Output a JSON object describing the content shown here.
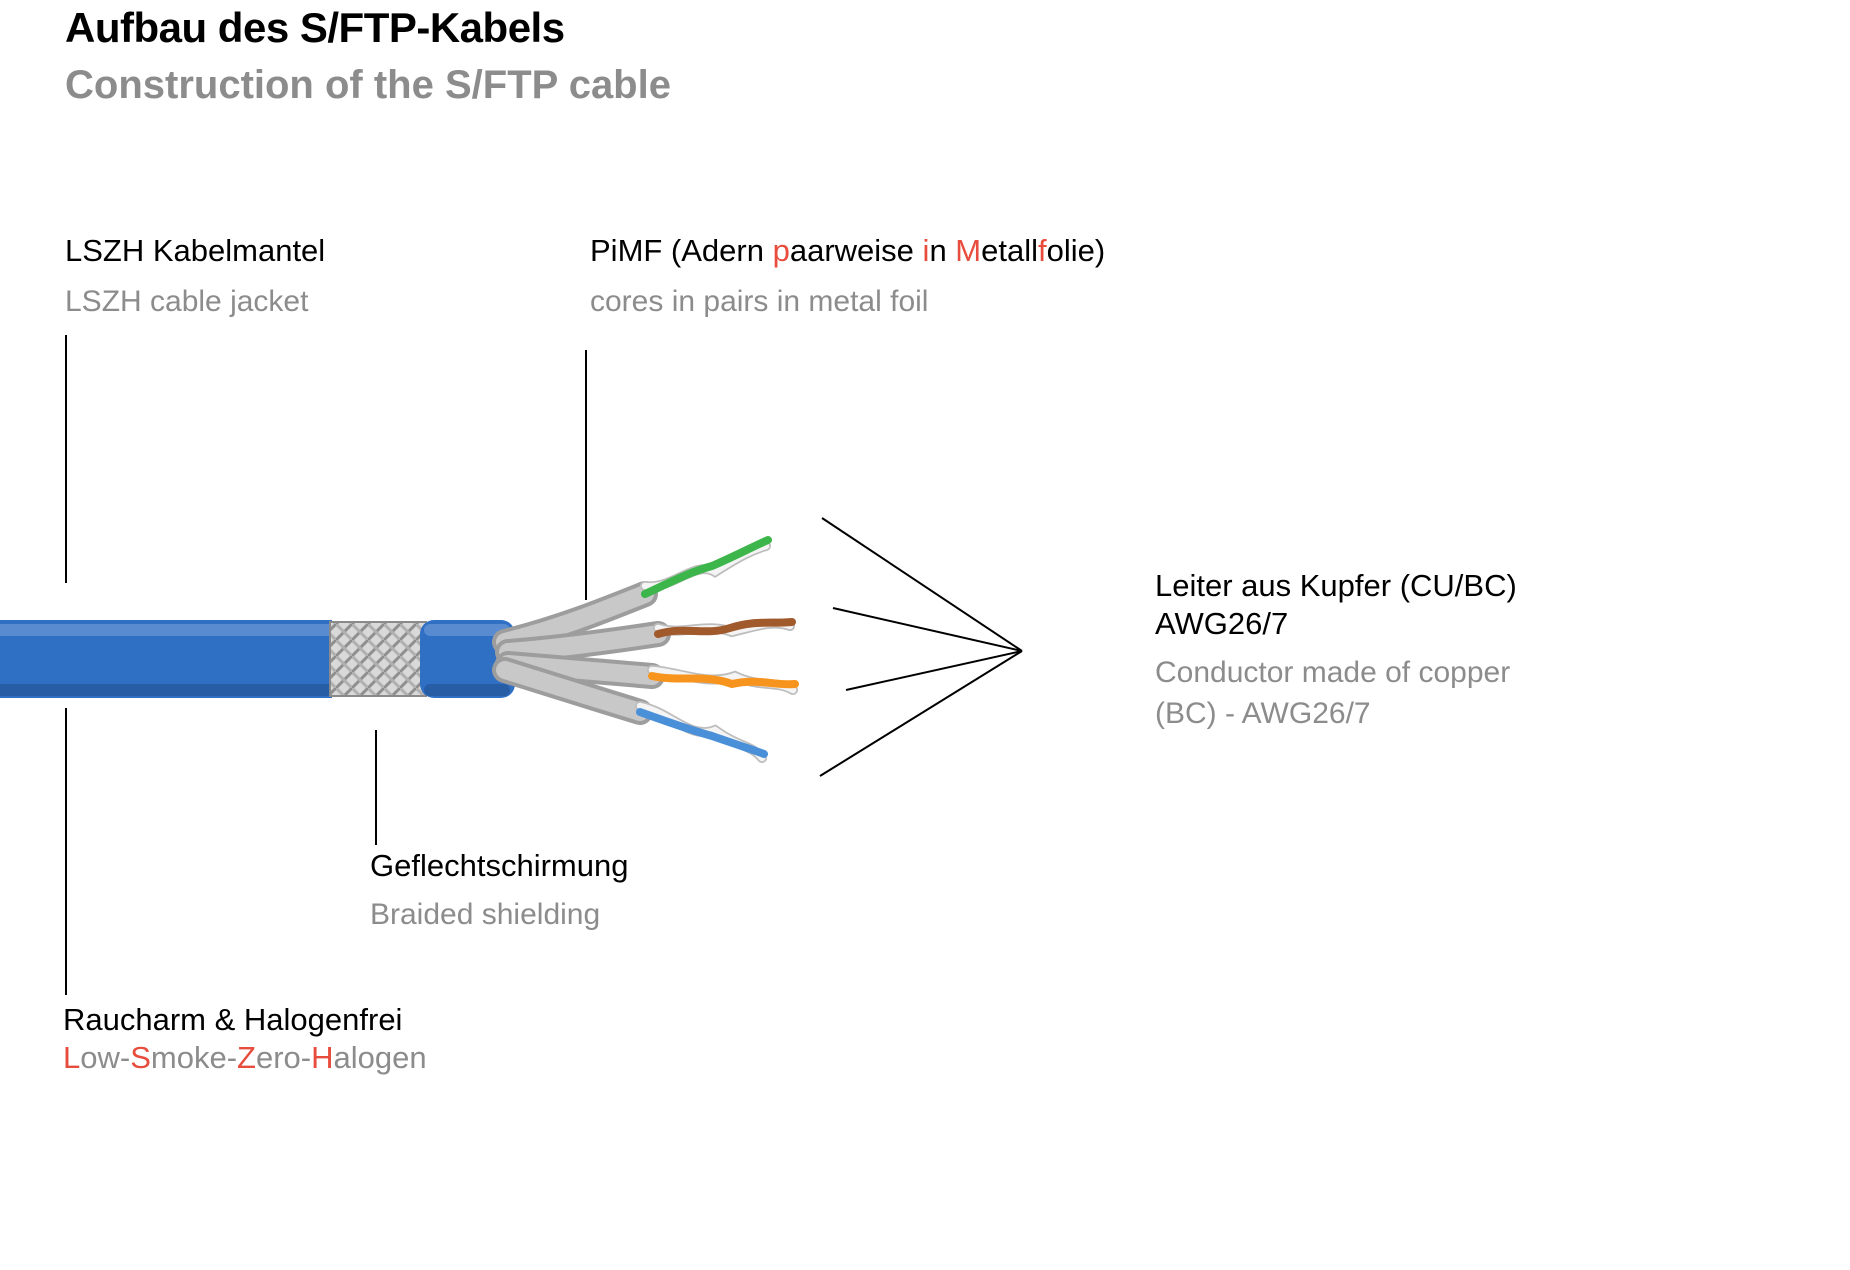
{
  "title": {
    "de": "Aufbau des S/FTP-Kabels",
    "en": "Construction of the S/FTP cable"
  },
  "labels": {
    "jacket": {
      "de": "LSZH Kabelmantel",
      "en": "LSZH cable jacket"
    },
    "pimf": {
      "de_segments": [
        {
          "t": "PiMF (Adern ",
          "r": 0
        },
        {
          "t": "p",
          "r": 1
        },
        {
          "t": "aarweise ",
          "r": 0
        },
        {
          "t": "i",
          "r": 1
        },
        {
          "t": "n ",
          "r": 0
        },
        {
          "t": "M",
          "r": 1
        },
        {
          "t": "etall",
          "r": 0
        },
        {
          "t": "f",
          "r": 1
        },
        {
          "t": "olie)",
          "r": 0
        }
      ],
      "en": "cores in pairs in metal foil"
    },
    "conductor": {
      "de_line1": "Leiter aus Kupfer (CU/BC)",
      "de_line2": "AWG26/7",
      "en_line1": "Conductor made of copper",
      "en_line2": "(BC) - AWG26/7"
    },
    "braid": {
      "de": "Geflechtschirmung",
      "en": "Braided shielding"
    },
    "smoke": {
      "de": "Raucharm & Halogenfrei",
      "en_segments": [
        {
          "t": "L",
          "r": 1
        },
        {
          "t": "ow-",
          "r": 0
        },
        {
          "t": "S",
          "r": 1
        },
        {
          "t": "moke-",
          "r": 0
        },
        {
          "t": "Z",
          "r": 1
        },
        {
          "t": "ero-",
          "r": 0
        },
        {
          "t": "H",
          "r": 1
        },
        {
          "t": "alogen",
          "r": 0
        }
      ]
    }
  },
  "colors": {
    "accent_red": "#e74c3c",
    "text_gray": "#8c8c8c",
    "text_black": "#000000",
    "cable_blue": "#2f6fc4",
    "foil_silver": "#c8c8c8",
    "foil_dark": "#9d9d9d",
    "pair_green": "#3cb54a",
    "pair_brown": "#a05a2c",
    "pair_orange": "#f7941d",
    "pair_blue": "#4a90d9"
  }
}
